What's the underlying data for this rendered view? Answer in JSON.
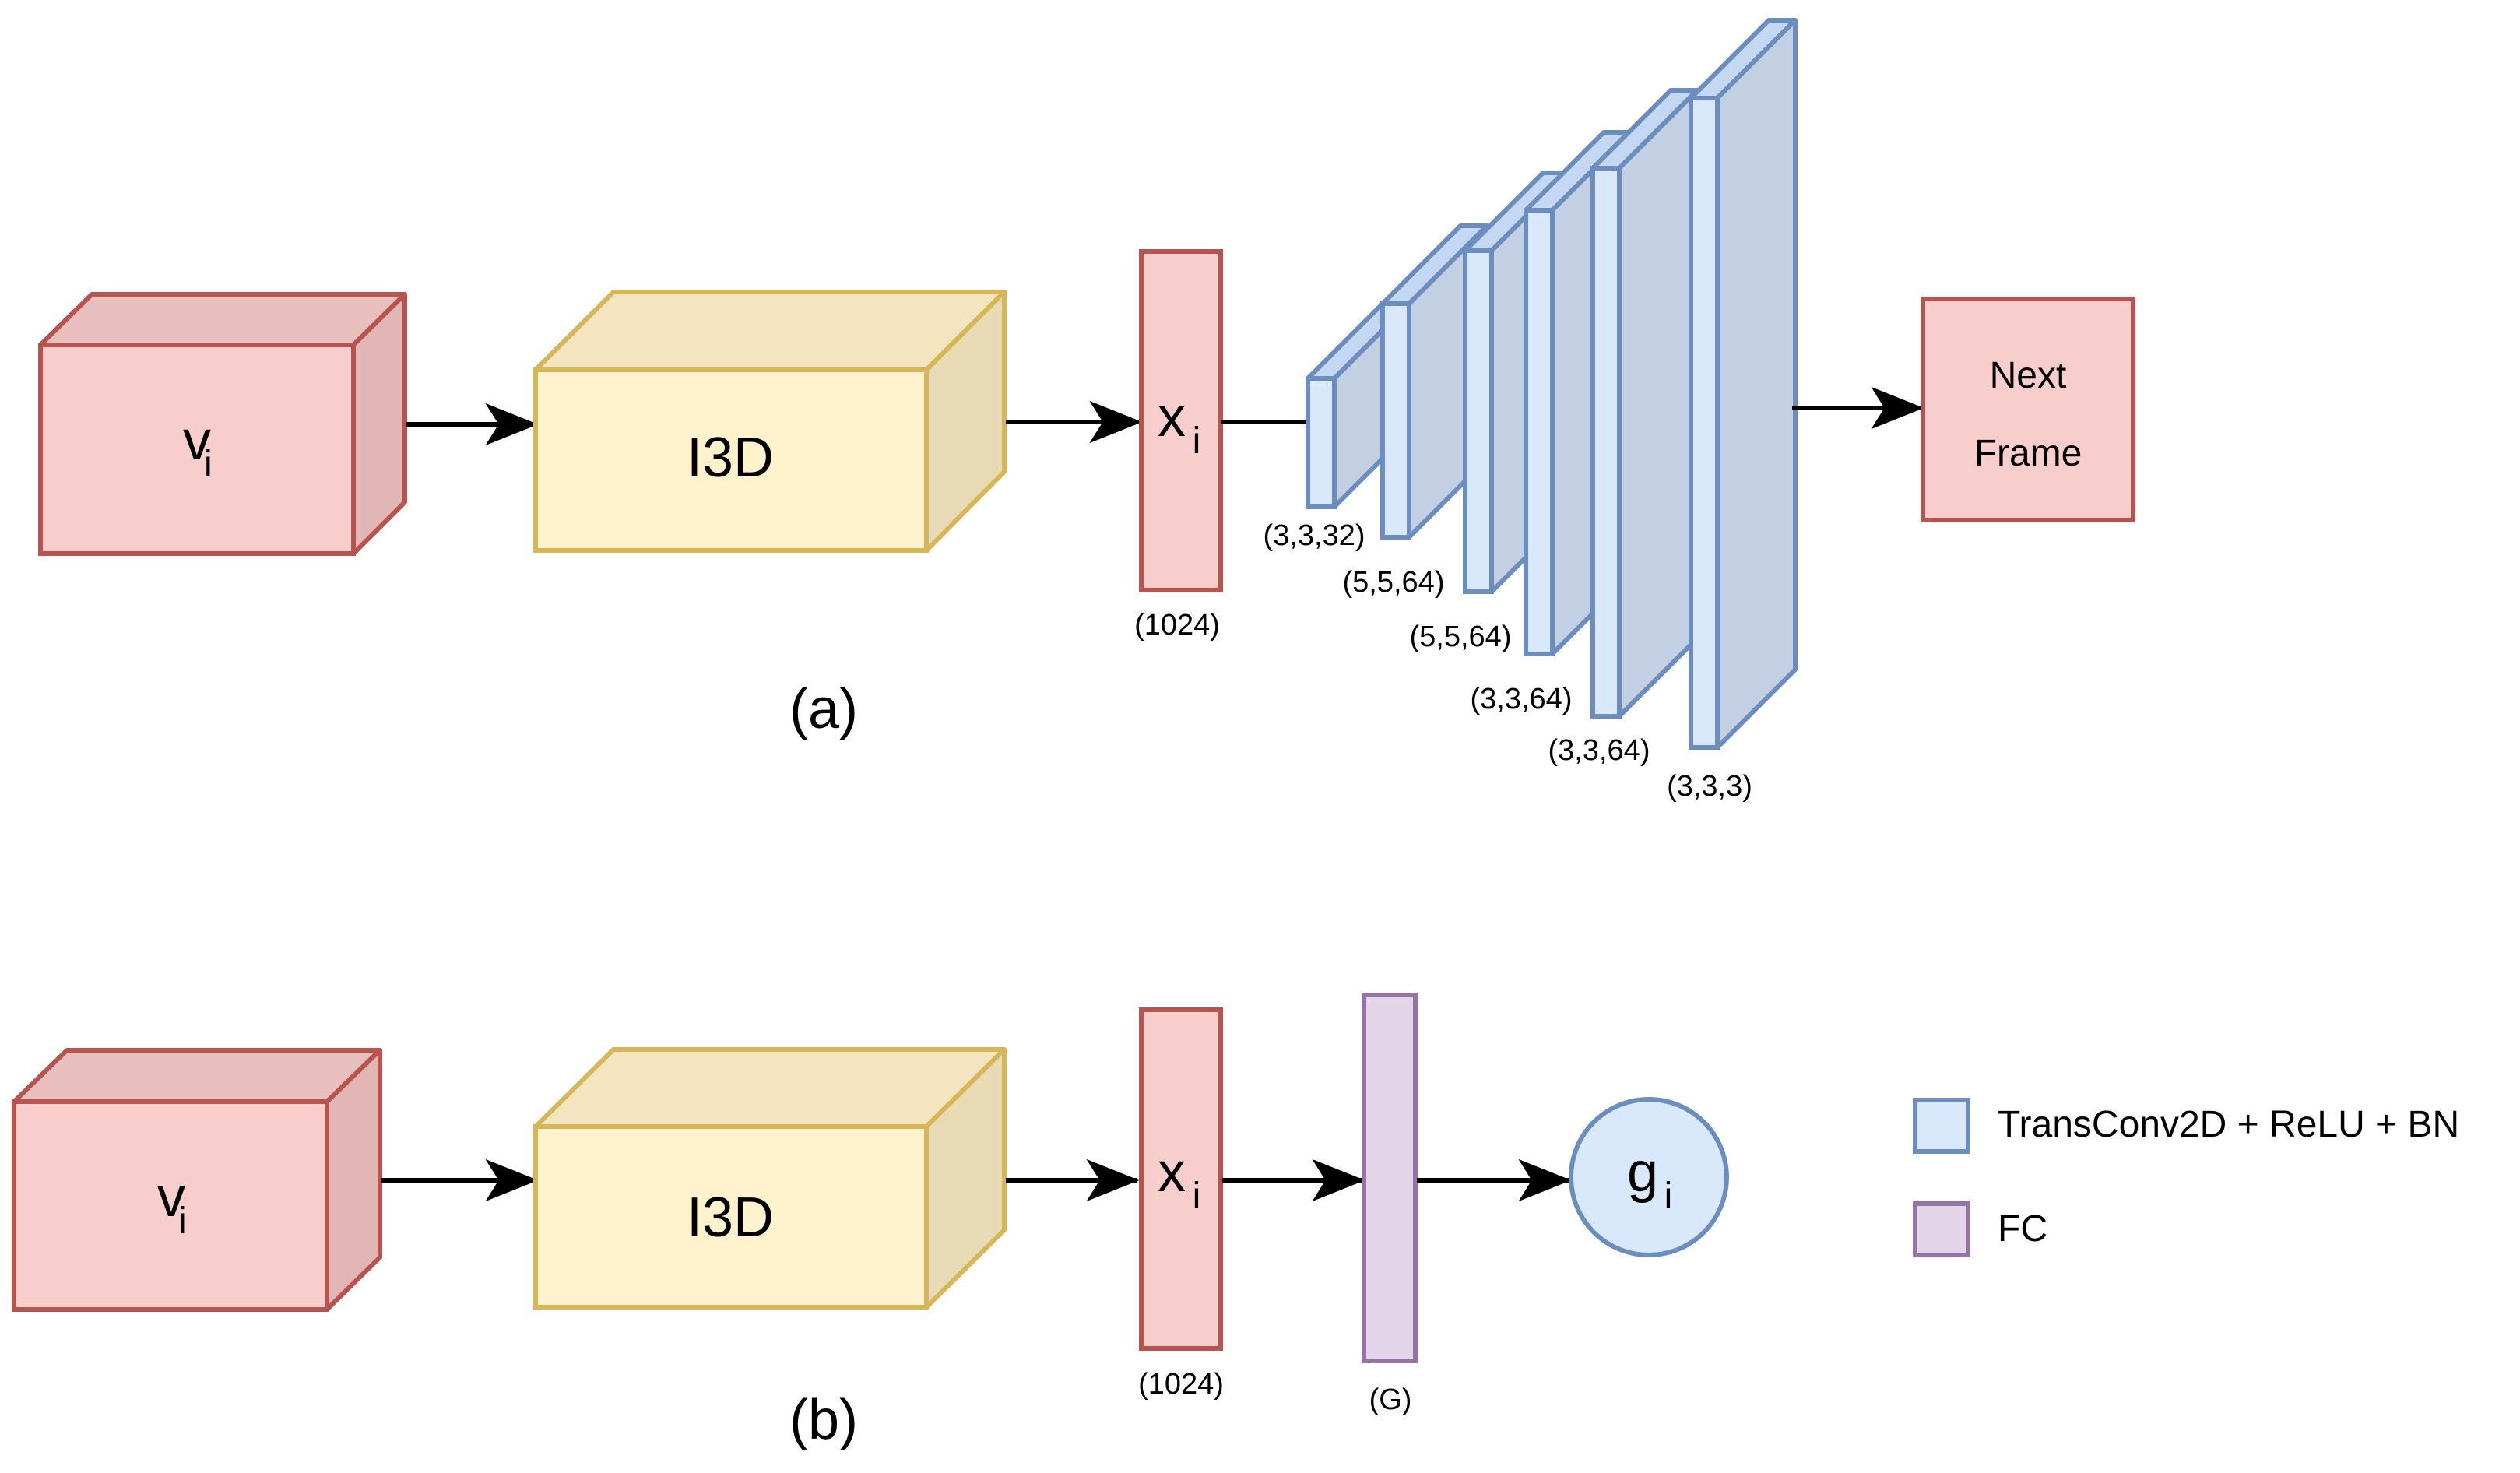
{
  "colors": {
    "red_face": "#f8cecc",
    "red_top": "#eac0be",
    "red_side": "#e1b6b4",
    "red_stroke": "#b85450",
    "yellow_face": "#fff2cc",
    "yellow_top": "#f4e4bf",
    "yellow_side": "#e8dab5",
    "yellow_stroke": "#d6b656",
    "blue_face": "#dae8fc",
    "blue_top": "#c5d8f3",
    "blue_side": "#c3cfe2",
    "blue_stroke": "#6c8ebf",
    "purple_face": "#e1d5e7",
    "purple_stroke": "#9673a6",
    "arrow": "#000000"
  },
  "diagram_a": {
    "input_label": "v",
    "input_sub": "i",
    "backbone_label": "I3D",
    "feature_label": "x",
    "feature_sub": "i",
    "feature_dim": "(1024)",
    "layers": [
      "(3,3,32)",
      "(5,5,64)",
      "(5,5,64)",
      "(3,3,64)",
      "(3,3,64)",
      "(3,3,3)"
    ],
    "output_line1": "Next",
    "output_line2": "Frame",
    "caption": "(a)"
  },
  "diagram_b": {
    "input_label": "v",
    "input_sub": "i",
    "backbone_label": "I3D",
    "feature_label": "x",
    "feature_sub": "i",
    "feature_dim": "(1024)",
    "fc_dim": "(G)",
    "output_label": "g",
    "output_sub": "i",
    "caption": "(b)"
  },
  "legend": {
    "transconv_label": "TransConv2D + ReLU + BN",
    "fc_label": "FC"
  }
}
